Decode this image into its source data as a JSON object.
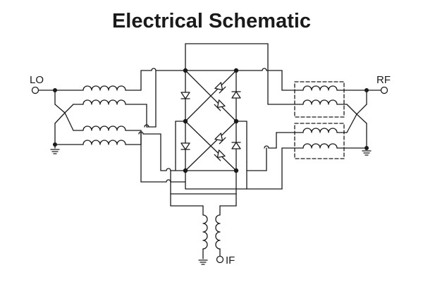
{
  "title": "Electrical Schematic",
  "labels": {
    "lo": "LO",
    "rf": "RF",
    "if": "IF"
  },
  "colors": {
    "line": "#1a1a1a",
    "background": "#ffffff"
  }
}
